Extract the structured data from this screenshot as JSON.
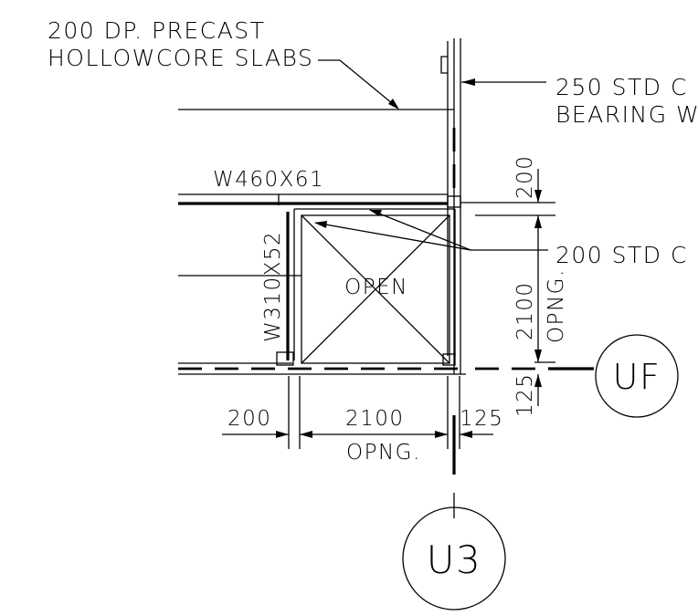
{
  "notes": {
    "slabs_line1": "200 DP. PRECAST",
    "slabs_line2": "HOLLOWCORE SLABS",
    "bearing_line1": "250 STD C",
    "bearing_line2": "BEARING W",
    "std_200": "200 STD C"
  },
  "members": {
    "beam": "W460X61",
    "column_beam": "W310X52",
    "opening": "OPEN"
  },
  "dimensions": {
    "top_200": "200",
    "vert_2100": "2100",
    "vert_opng": "OPNG.",
    "vert_125": "125",
    "horiz_200": "200",
    "horiz_2100": "2100",
    "horiz_opng": "OPNG.",
    "horiz_125": "125"
  },
  "grid_bubbles": {
    "right": "UF",
    "bottom": "U3"
  },
  "colors": {
    "line": "#000000",
    "background": "#ffffff"
  }
}
